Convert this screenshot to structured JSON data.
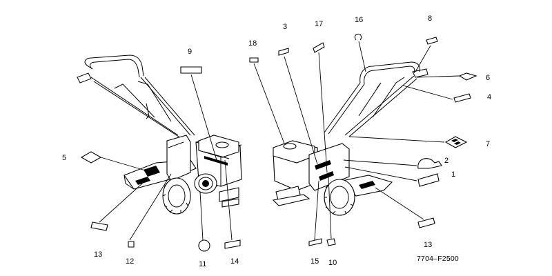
{
  "diagram_code": "7704–F2500",
  "callouts": {
    "c1": "1",
    "c2": "2",
    "c3": "3",
    "c4": "4",
    "c5": "5",
    "c6": "6",
    "c7": "7",
    "c8": "8",
    "c9": "9",
    "c10": "10",
    "c11": "11",
    "c12": "12",
    "c13a": "13",
    "c13b": "13",
    "c14": "14",
    "c15": "15",
    "c16": "16",
    "c17": "17",
    "c18": "18"
  }
}
